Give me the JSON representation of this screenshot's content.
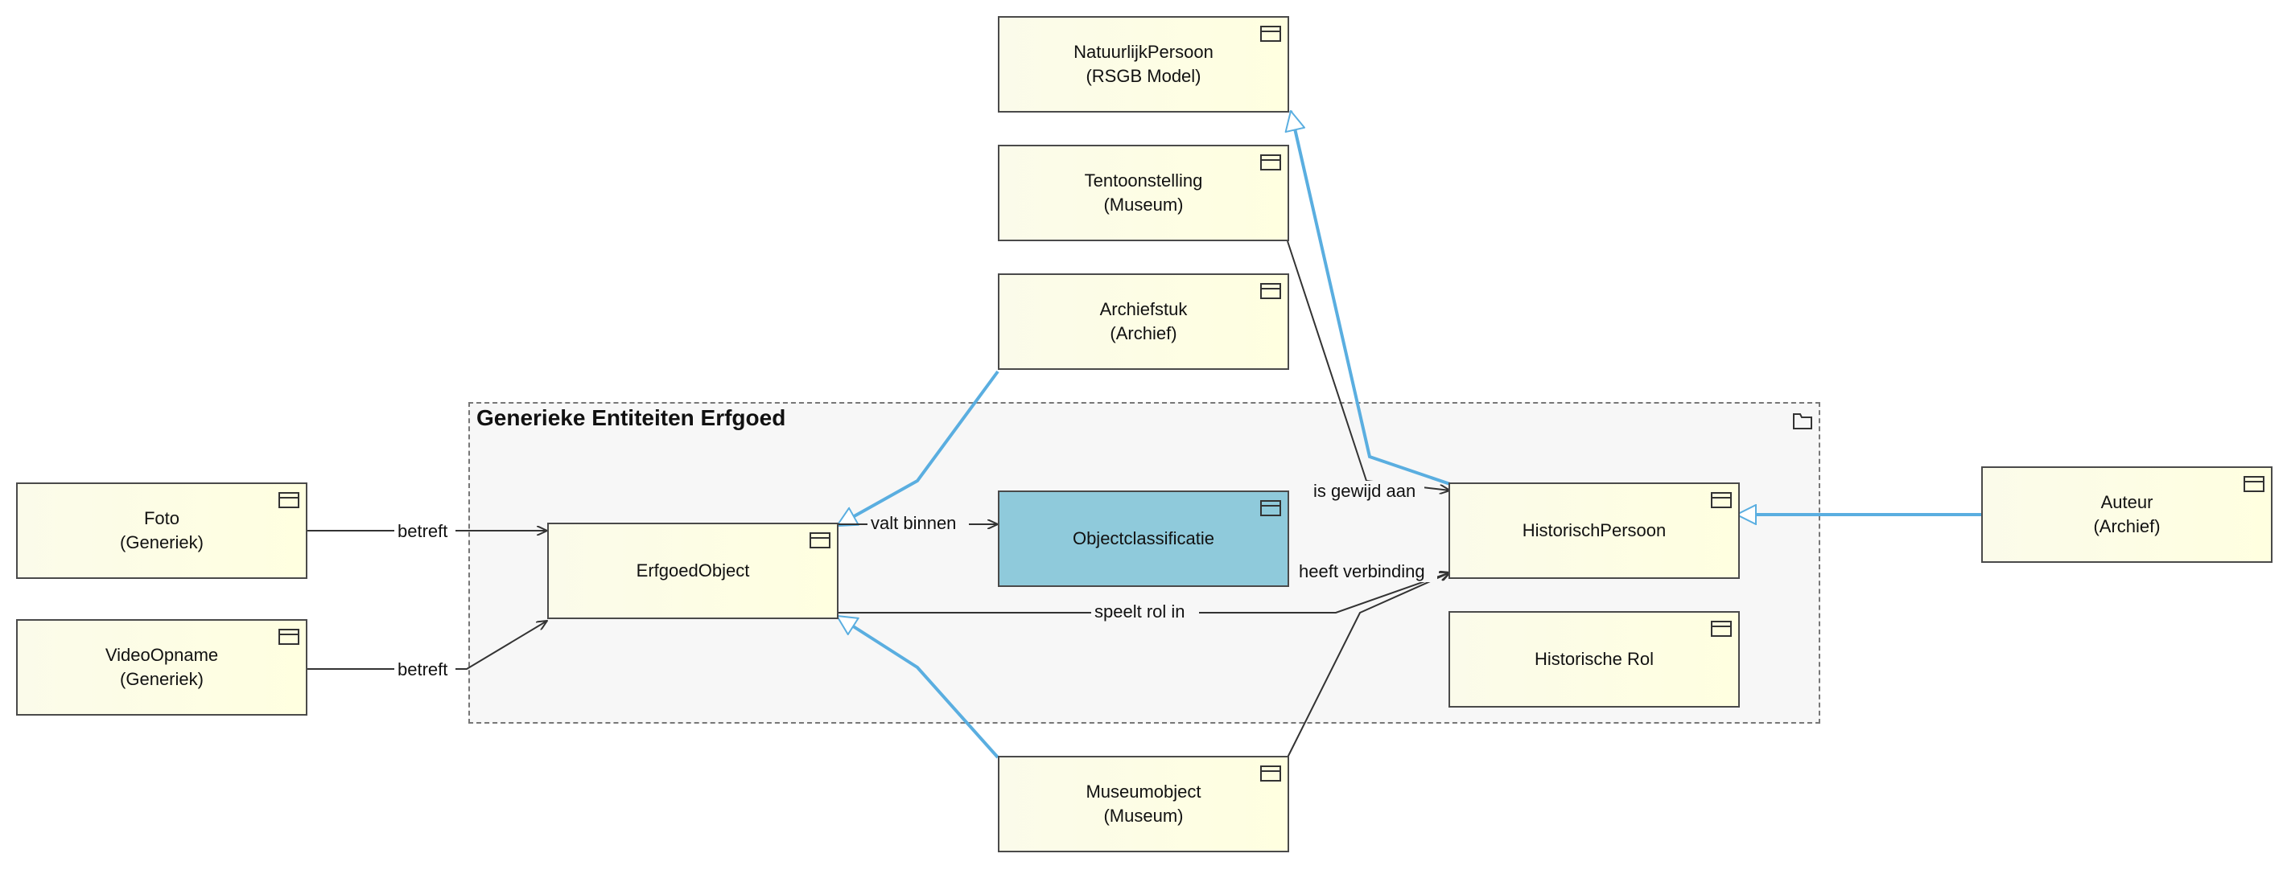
{
  "package": {
    "title": "Generieke Entiteiten Erfgoed",
    "icon": "package-icon"
  },
  "entities": {
    "natuurlijk_persoon": {
      "name": "NatuurlijkPersoon",
      "stereo": "(RSGB Model)"
    },
    "tentoonstelling": {
      "name": "Tentoonstelling",
      "stereo": "(Museum)"
    },
    "archiefstuk": {
      "name": "Archiefstuk",
      "stereo": "(Archief)"
    },
    "foto": {
      "name": "Foto",
      "stereo": "(Generiek)"
    },
    "video_opname": {
      "name": "VideoOpname",
      "stereo": "(Generiek)"
    },
    "erfgoed_object": {
      "name": "ErfgoedObject"
    },
    "objectclassificatie": {
      "name": "Objectclassificatie"
    },
    "historisch_persoon": {
      "name": "HistorischPersoon"
    },
    "historische_rol": {
      "name": "Historische Rol"
    },
    "auteur": {
      "name": "Auteur",
      "stereo": "(Archief)"
    },
    "museumobject": {
      "name": "Museumobject",
      "stereo": "(Museum)"
    }
  },
  "relations": {
    "foto_betreft": "betreft",
    "video_betreft": "betreft",
    "valt_binnen": "valt binnen",
    "is_gewijd_aan": "is gewijd aan",
    "heeft_verbinding": "heeft verbinding",
    "speelt_rol_in": "speelt rol in"
  },
  "colors": {
    "generalization": "#5aaee0",
    "association": "#333333",
    "entity_fill": "#ffffe0",
    "highlight_fill": "#8fcadb"
  },
  "icons": {
    "entity": "class-icon",
    "package": "package-icon"
  }
}
